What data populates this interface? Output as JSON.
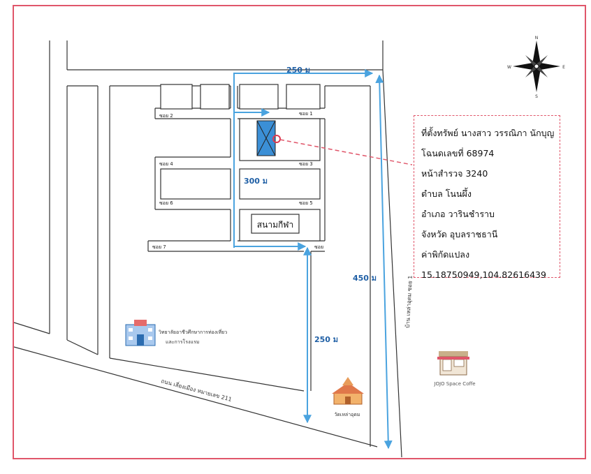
{
  "map": {
    "distances": {
      "top_road": "250 ม",
      "center": "300 ม",
      "right_road": "450 ม",
      "lower_road": "250 ม"
    },
    "alleys": {
      "soi_1": "ซอย 1",
      "soi_2": "ซอย 2",
      "soi_3": "ซอย 3",
      "soi_4": "ซอย 4",
      "soi_5": "ซอย 5",
      "soi_6": "ซอย 6",
      "soi_7": "ซอย 7",
      "soi_8": "ซอย"
    },
    "roads": {
      "highway": "ถนน เลี่ยงเมือง หมายเลข 211",
      "side_road": "บ้าน เหล่าอุดม ซอย 1"
    },
    "places": {
      "stadium": "สนามกีฬา",
      "school": "วิทยาลัยอาชีวศึกษาการท่องเที่ยว",
      "school_line2": "และการโรงแรม",
      "temple": "วัดเหล่าอุดม",
      "cafe": "JOJO Space Coffe"
    },
    "compass": {
      "n": "N",
      "s": "S",
      "e": "E",
      "w": "W"
    },
    "colors": {
      "frame": "#e0566a",
      "route": "#4aa3df",
      "marker": "#e03a50",
      "plot": "#3b8fd6"
    }
  },
  "info": {
    "owner": "ที่ตั้งทรัพย์ นางสาว วรรณิภา นักบุญ",
    "deed": "โฉนดเลขที่ 68974",
    "survey_page": "หน้าสำรวจ 3240",
    "subdistrict": "ตำบล โนนผึ้ง",
    "district": "อำเภอ วารินชำราบ",
    "province": "จังหวัด อุบลราชธานี",
    "coords_label": "ค่าพิกัดแปลง",
    "coords": "15.18750949,104.82616439"
  }
}
